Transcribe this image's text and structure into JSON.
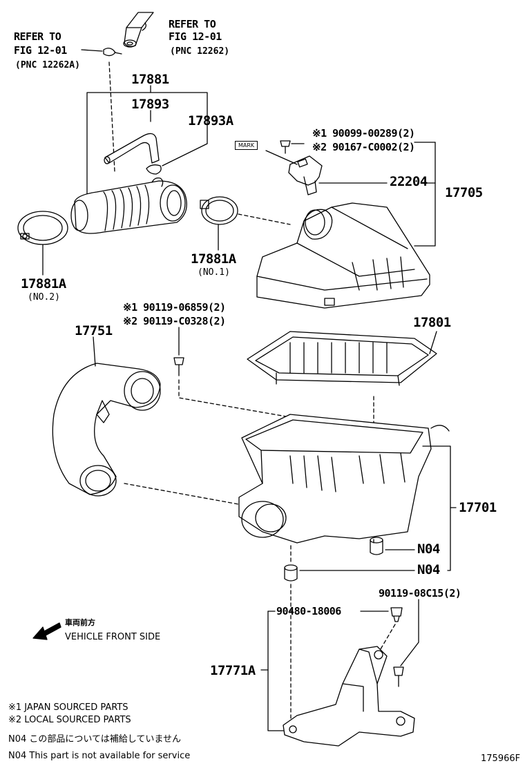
{
  "refer_left": {
    "line1": "REFER TO",
    "line2": "FIG 12-01",
    "line3": "(PNC 12262A)"
  },
  "refer_right": {
    "line1": "REFER TO",
    "line2": "FIG 12-01",
    "line3": "(PNC 12262)"
  },
  "parts": {
    "p17881": "17881",
    "p17893": "17893",
    "p17893A": "17893A",
    "p17881A_no1": "17881A",
    "p17881A_no1_sub": "(NO.1)",
    "p17881A_no2": "17881A",
    "p17881A_no2_sub": "(NO.2)",
    "bolt1_a": "※1 90099-00289(2)",
    "bolt1_b": "※2 90167-C0002(2)",
    "mark": "MARK",
    "p22204": "22204",
    "p17705": "17705",
    "bolt2_a": "※1 90119-06859(2)",
    "bolt2_b": "※2 90119-C0328(2)",
    "p17751": "17751",
    "p17801": "17801",
    "p17701": "17701",
    "n04a": "N04",
    "n04b": "N04",
    "p90119_08C15": "90119-08C15(2)",
    "p90480": "90480-18006",
    "p17771A": "17771A"
  },
  "direction": {
    "jp": "車両前方",
    "en": "VEHICLE FRONT SIDE"
  },
  "notes": {
    "n1": "※1 JAPAN SOURCED PARTS",
    "n2": "※2 LOCAL SOURCED PARTS",
    "n3": "N04  この部品については補給していません",
    "n4": "N04  This part is not available for service"
  },
  "figure_id": "175966F"
}
